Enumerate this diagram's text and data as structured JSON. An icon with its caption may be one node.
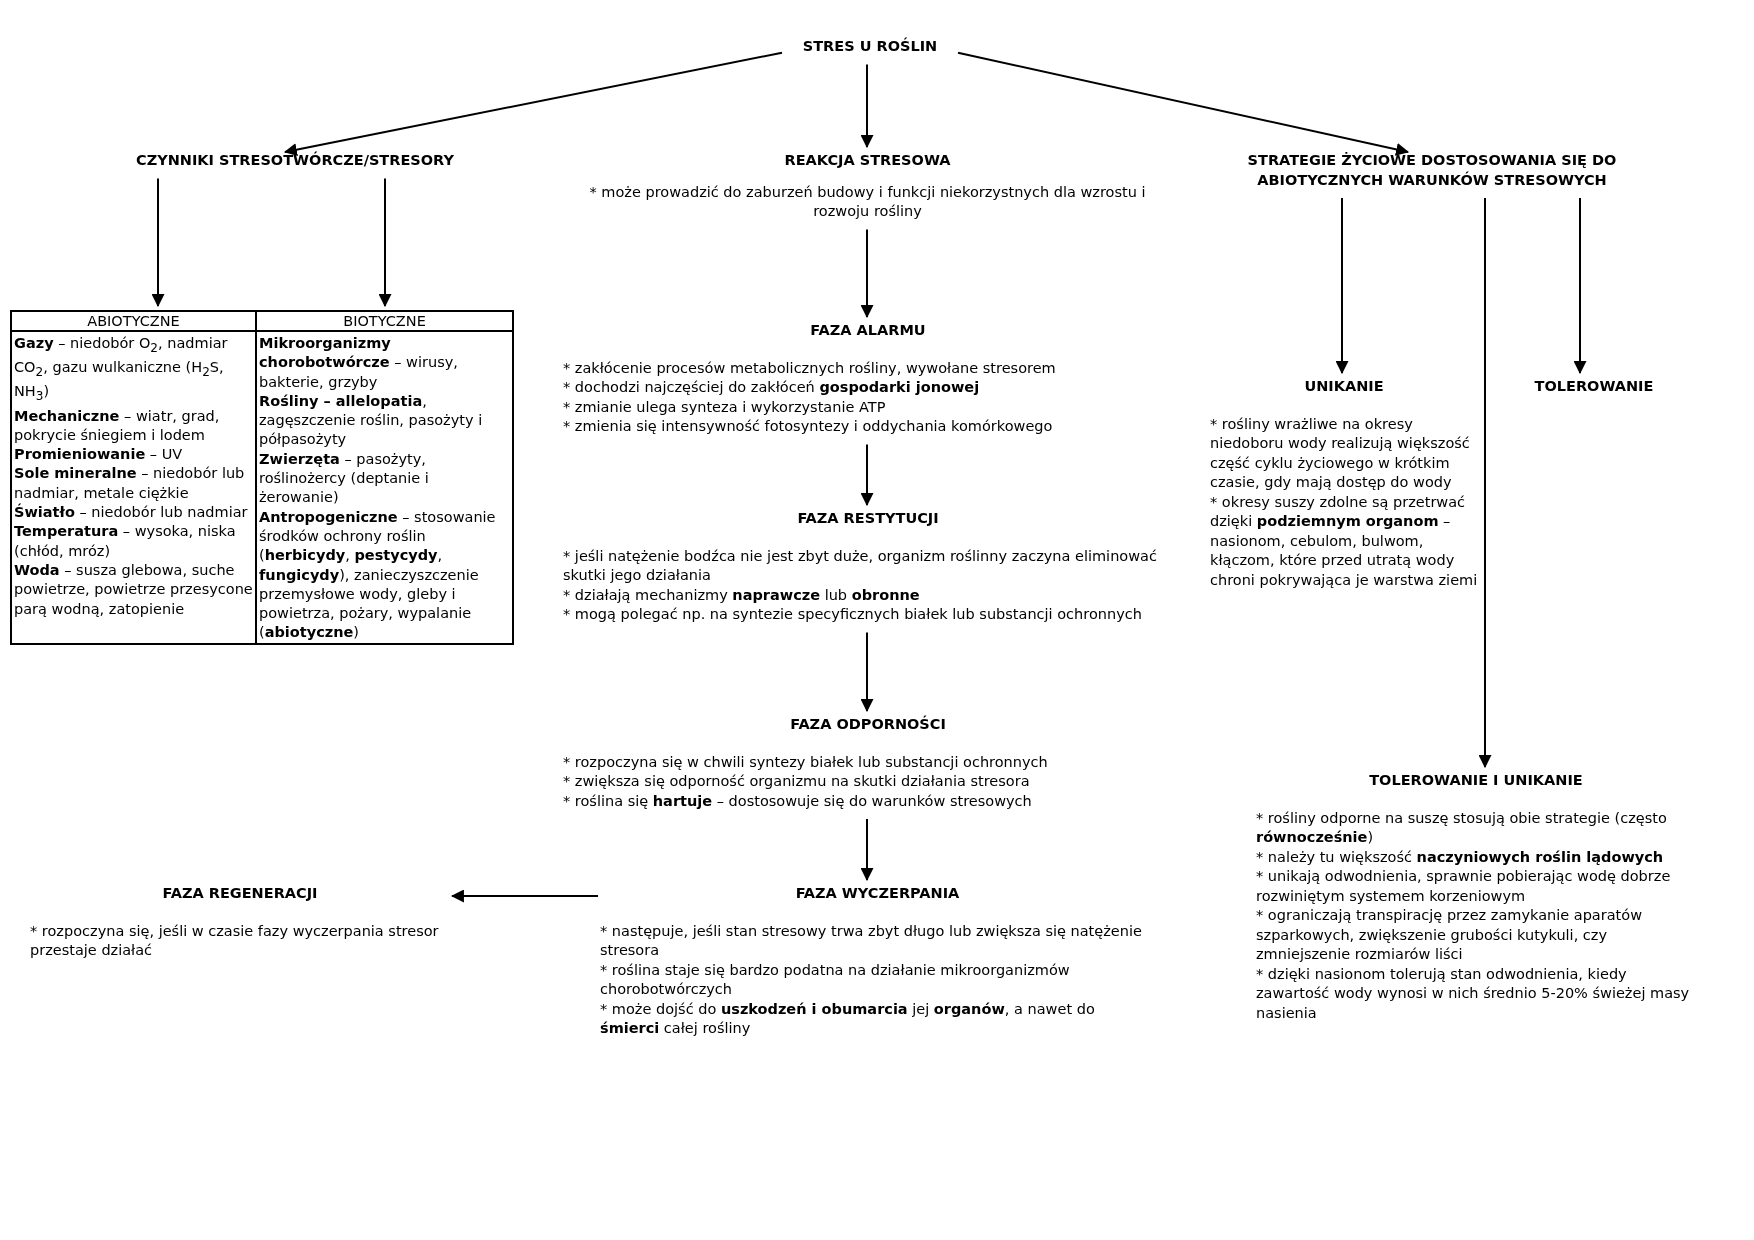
{
  "diagram": {
    "nodes": [
      {
        "text": [
          "STRES U ROŚLIN"
        ]
      },
      {
        "text": [
          "CZYNNIKI STRESOTWÓRCZE/STRESORY"
        ]
      },
      {
        "text": [
          "REAKCJA STRESOWA",
          "* może prowadzić do zaburzeń budowy i funkcji niekorzystnych dla wzrostu i rozwoju rośliny"
        ]
      },
      {
        "text": [
          "STRATEGIE ŻYCIOWE DOSTOSOWANIA SIĘ DO ABIOTYCZNYCH WARUNKÓW STRESOWYCH"
        ]
      },
      {
        "text": [
          "ABIOTYCZNE",
          "**Gazy** – niedobór O$_{2}$, nadmiar CO$_{2}$, gazu wulkaniczne (H$_{2}$S, NH$_{3}$)",
          "**Mechaniczne** – wiatr, grad, pokrycie śniegiem i lodem",
          "**Promieniowanie** – UV",
          "**Sole mineralne** – niedobór lub nadmiar, metale ciężkie",
          "**Światło** – niedobór lub nadmiar",
          "**Temperatura** – wysoka, niska (chłód, mróz)",
          "**Woda** – susza glebowa, suche powietrze, powietrze przesycone parą wodną, zatopienie"
        ]
      },
      {
        "text": [
          "BIOTYCZNE",
          "**Mikroorganizmy chorobotwórcze** – wirusy, bakterie, grzyby",
          "**Rośliny – allelopatia**, zagęszczenie roślin, pasożyty i półpasożyty",
          "**Zwierzęta** – pasożyty, roślinożercy (deptanie i żerowanie)",
          "**Antropogeniczne** – stosowanie środków ochrony roślin (**herbicydy**, **pestycydy**, **fungicydy**), zanieczyszczenie przemysłowe wody, gleby i powietrza, pożary, wypalanie (**abiotyczne**)"
        ]
      },
      {
        "text": [
          "FAZA ALARMU",
          "* zakłócenie procesów metabolicznych rośliny, wywołane stresorem",
          "* dochodzi najczęściej do zakłóceń **gospodarki jonowej**",
          "* zmianie ulega synteza i wykorzystanie ATP",
          "* zmienia się intensywność fotosyntezy i oddychania komórkowego"
        ]
      },
      {
        "text": [
          "FAZA RESTYTUCJI",
          "* jeśli natężenie bodźca nie jest zbyt duże, organizm roślinny zaczyna eliminować skutki jego działania",
          "* działają mechanizmy **naprawcze** lub **obronne**",
          "* mogą polegać np. na syntezie specyficznych białek lub substancji ochronnych"
        ]
      },
      {
        "text": [
          "FAZA ODPORNOŚCI",
          "* rozpoczyna się w chwili syntezy białek lub substancji ochronnych",
          "* zwiększa się odporność organizmu na skutki działania stresora",
          "* roślina się **hartuje** – dostosowuje się do warunków stresowych"
        ]
      },
      {
        "text": [
          "FAZA WYCZERPANIA",
          "* następuje, jeśli stan stresowy trwa zbyt długo lub zwiększa się natężenie stresora",
          "* roślina staje się bardzo podatna na działanie mikroorganizmów chorobotwórczych",
          "* może dojść do **uszkodzeń i obumarcia** jej **organów**, a nawet do **śmierci** całej rośliny"
        ]
      },
      {
        "text": [
          "FAZA REGENERACJI",
          "* rozpoczyna się, jeśli w czasie fazy wyczerpania stresor przestaje działać"
        ]
      },
      {
        "text": [
          "UNIKANIE",
          "* rośliny wrażliwe na okresy niedoboru wody realizują większość część cyklu życiowego w krótkim czasie, gdy mają dostęp do wody",
          "* okresy suszy zdolne są przetrwać dzięki **podziemnym organom** – nasionom, cebulom, bulwom, kłączom, które przed utratą wody chroni pokrywająca je warstwa ziemi"
        ]
      },
      {
        "text": [
          "TOLEROWANIE"
        ]
      },
      {
        "text": [
          "TOLEROWANIE I UNIKANIE",
          "* rośliny odporne na suszę stosują obie strategie (często **równocześnie**)",
          "* należy tu większość **naczyniowych roślin lądowych**",
          "* unikają odwodnienia, sprawnie pobierając wodę dobrze rozwiniętym systemem korzeniowym",
          "* ograniczają transpirację przez zamykanie aparatów szparkowych, zwiększenie grubości kutykuli, czy zmniejszenie rozmiarów liści",
          "* dzięki nasionom tolerują stan odwodnienia, kiedy zawartość wody wynosi w nich średnio 5-20% świeżej masy nasienia"
        ]
      }
    ],
    "edges": [
      {
        "from": 0,
        "to": 1,
        "arrow": "to"
      },
      {
        "from": 0,
        "to": 2,
        "arrow": "to"
      },
      {
        "from": 0,
        "to": 3,
        "arrow": "to"
      },
      {
        "from": 1,
        "to": 4,
        "arrow": "to"
      },
      {
        "from": 1,
        "to": 5,
        "arrow": "to"
      },
      {
        "from": 2,
        "to": 6,
        "arrow": "to"
      },
      {
        "from": 6,
        "to": 7,
        "arrow": "to"
      },
      {
        "from": 7,
        "to": 8,
        "arrow": "to"
      },
      {
        "from": 8,
        "to": 9,
        "arrow": "to"
      },
      {
        "from": 9,
        "to": 10,
        "arrow": "to"
      },
      {
        "from": 3,
        "to": 11,
        "arrow": "to"
      },
      {
        "from": 3,
        "to": 12,
        "arrow": "to"
      },
      {
        "from": 3,
        "to": 13,
        "arrow": "to"
      }
    ]
  }
}
